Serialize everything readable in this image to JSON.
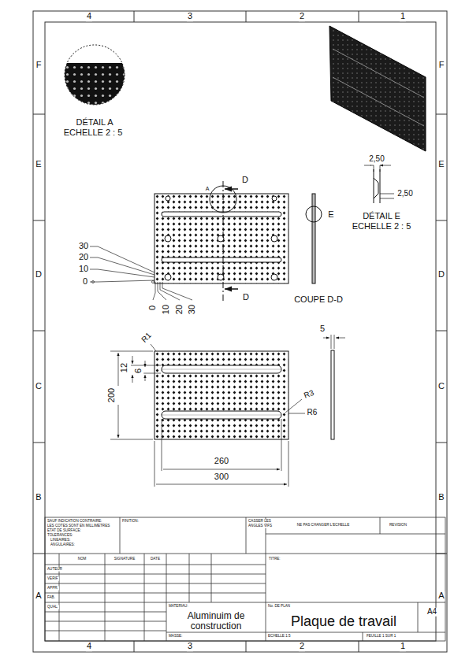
{
  "diagram": {
    "labels": [
      "4",
      "3",
      "2",
      "1",
      "4",
      "3",
      "2",
      "1",
      "F",
      "E",
      "D",
      "C",
      "B",
      "A",
      "F",
      "E",
      "D",
      "C",
      "B",
      "A",
      "DÉTAIL A",
      "ECHELLE 2 : 5",
      "A",
      "D",
      "D",
      "E",
      "2,50",
      "2,50",
      "DÉTAIL E",
      "ECHELLE 2 : 5",
      "COUPE D-D",
      "30",
      "20",
      "10",
      "0",
      "0",
      "10",
      "20",
      "30",
      "R1",
      "12",
      "6",
      "200",
      "R3",
      "R6",
      "260",
      "300",
      "5",
      "SAUF INDICATION CONTRAIRE:",
      "LES COTES SONT EN MILLIMETRES",
      "ETAT DE SURFACE:",
      "TOLERANCES:",
      "LINEAIRES:",
      "ANGULAIRES:",
      "FINITION:",
      "CASSER LES",
      "ANGLES VIFS",
      "NE PAS CHANGER L'ECHELLE",
      "REVISION",
      "NOM",
      "SIGNATURE",
      "DATE",
      "AUTEUR",
      "VERIF.",
      "APPR.",
      "FAB.",
      "QUAL.",
      "TITRE:",
      "MATERIAU:",
      "Aluminuim de construction",
      "No. DE PLAN",
      "Plaque de travail",
      "A4",
      "MASSE:",
      "ECHELLE:1:5",
      "FEUILLE 1 SUR 1"
    ]
  }
}
